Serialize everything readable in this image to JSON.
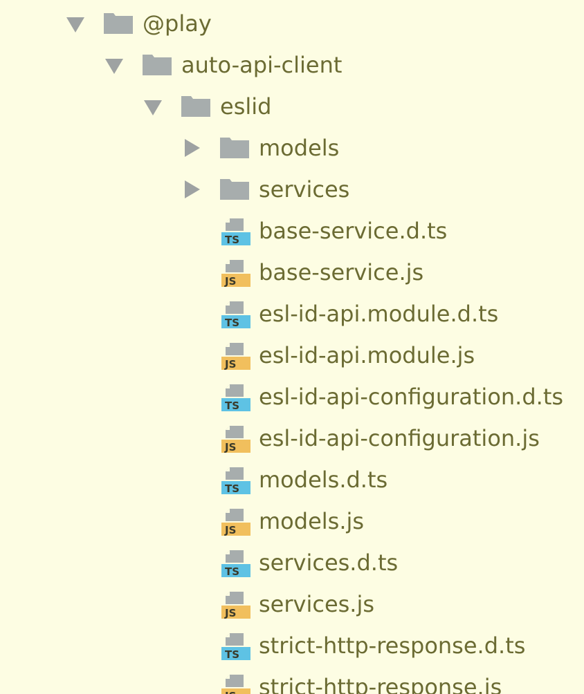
{
  "colors": {
    "background": "#fdfde3",
    "text": "#6b6b33",
    "arrow": "#9ea2a2",
    "folder": "#a7adad",
    "ts_badge": "#5ec2e4",
    "js_badge": "#f1bf5d",
    "badge_text": "#3a3a2a",
    "page_icon": "#a7adad"
  },
  "tree": [
    {
      "label": "@play",
      "kind": "folder",
      "expanded": true,
      "depth": 0,
      "icon": "folder-icon"
    },
    {
      "label": "auto-api-client",
      "kind": "folder",
      "expanded": true,
      "depth": 1,
      "icon": "folder-icon"
    },
    {
      "label": "eslid",
      "kind": "folder",
      "expanded": true,
      "depth": 2,
      "icon": "folder-icon"
    },
    {
      "label": "models",
      "kind": "folder",
      "expanded": false,
      "depth": 3,
      "icon": "folder-icon"
    },
    {
      "label": "services",
      "kind": "folder",
      "expanded": false,
      "depth": 3,
      "icon": "folder-icon"
    },
    {
      "label": "base-service.d.ts",
      "kind": "ts",
      "depth": 3,
      "icon": "typescript-file-icon",
      "badge": "TS"
    },
    {
      "label": "base-service.js",
      "kind": "js",
      "depth": 3,
      "icon": "javascript-file-icon",
      "badge": "JS"
    },
    {
      "label": "esl-id-api.module.d.ts",
      "kind": "ts",
      "depth": 3,
      "icon": "typescript-file-icon",
      "badge": "TS"
    },
    {
      "label": "esl-id-api.module.js",
      "kind": "js",
      "depth": 3,
      "icon": "javascript-file-icon",
      "badge": "JS"
    },
    {
      "label": "esl-id-api-configuration.d.ts",
      "kind": "ts",
      "depth": 3,
      "icon": "typescript-file-icon",
      "badge": "TS"
    },
    {
      "label": "esl-id-api-configuration.js",
      "kind": "js",
      "depth": 3,
      "icon": "javascript-file-icon",
      "badge": "JS"
    },
    {
      "label": "models.d.ts",
      "kind": "ts",
      "depth": 3,
      "icon": "typescript-file-icon",
      "badge": "TS"
    },
    {
      "label": "models.js",
      "kind": "js",
      "depth": 3,
      "icon": "javascript-file-icon",
      "badge": "JS"
    },
    {
      "label": "services.d.ts",
      "kind": "ts",
      "depth": 3,
      "icon": "typescript-file-icon",
      "badge": "TS"
    },
    {
      "label": "services.js",
      "kind": "js",
      "depth": 3,
      "icon": "javascript-file-icon",
      "badge": "JS"
    },
    {
      "label": "strict-http-response.d.ts",
      "kind": "ts",
      "depth": 3,
      "icon": "typescript-file-icon",
      "badge": "TS"
    },
    {
      "label": "strict-http-response.js",
      "kind": "js",
      "depth": 3,
      "icon": "javascript-file-icon",
      "badge": "JS"
    }
  ]
}
